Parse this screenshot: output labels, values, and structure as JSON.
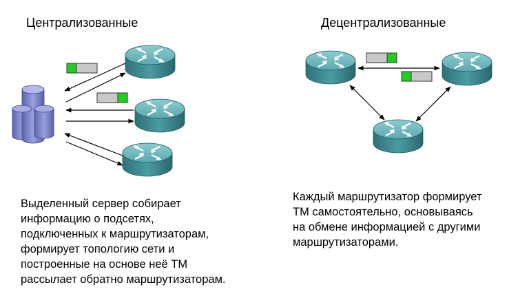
{
  "centralized": {
    "title": "Централизованные",
    "description": [
      "Выделенный сервер собирает",
      "информацию о подсетях,",
      "подключенных к маршрутизаторам,",
      "формирует топологию сети и",
      "построенные на основе неё ТМ",
      "рассылает обратно маршрутизаторам."
    ]
  },
  "decentralized": {
    "title": "Децентрализованные",
    "description": [
      "Каждый маршрутизатор формирует",
      "ТМ самостоятельно, основываясь",
      "на обмене информацией с другими",
      "маршрутизаторами."
    ]
  },
  "colors": {
    "router_body": "#3f8f96",
    "router_top": "#6fb6bc",
    "server_body": "#7f86c8",
    "packet_grey": "#c8c8c8",
    "packet_green": "#22cc22"
  },
  "icons": [
    "server-icon",
    "router-icon",
    "packet-icon"
  ]
}
